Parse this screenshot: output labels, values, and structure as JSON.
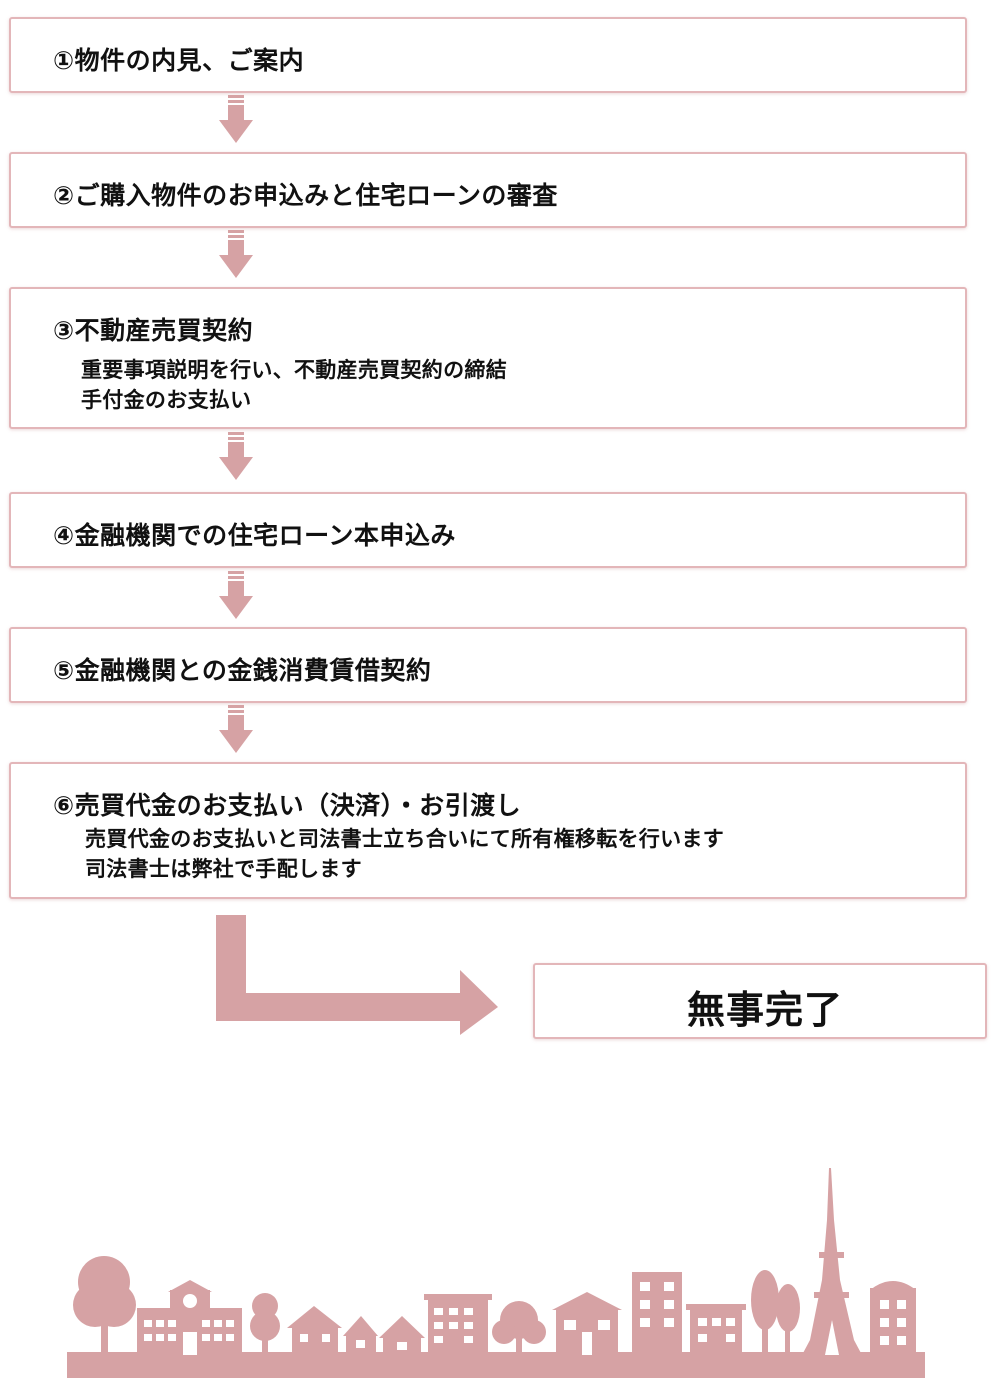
{
  "colors": {
    "accent": "#d6a2a4",
    "border": "#e3b6b9",
    "text": "#111111"
  },
  "steps": [
    {
      "title": "①物件の内見、ご案内",
      "details": []
    },
    {
      "title": "②ご購入物件のお申込みと住宅ローンの審査",
      "details": []
    },
    {
      "title": "③不動産売買契約",
      "details": [
        "重要事項説明を行い、不動産売買契約の締結",
        "手付金のお支払い"
      ]
    },
    {
      "title": "④金融機関での住宅ローン本申込み",
      "details": []
    },
    {
      "title": "⑤金融機関との金銭消費賃借契約",
      "details": []
    },
    {
      "title": "⑥売買代金のお支払い（決済）・お引渡し",
      "details": [
        "売買代金のお支払いと司法書士立ち合いにて所有権移転を行います",
        "司法書士は弊社で手配します"
      ]
    }
  ],
  "complete": {
    "label": "無事完了"
  },
  "icons": {
    "down_arrow": "down-arrow-icon",
    "elbow_arrow": "elbow-arrow-icon",
    "skyline": "city-skyline-icon"
  }
}
